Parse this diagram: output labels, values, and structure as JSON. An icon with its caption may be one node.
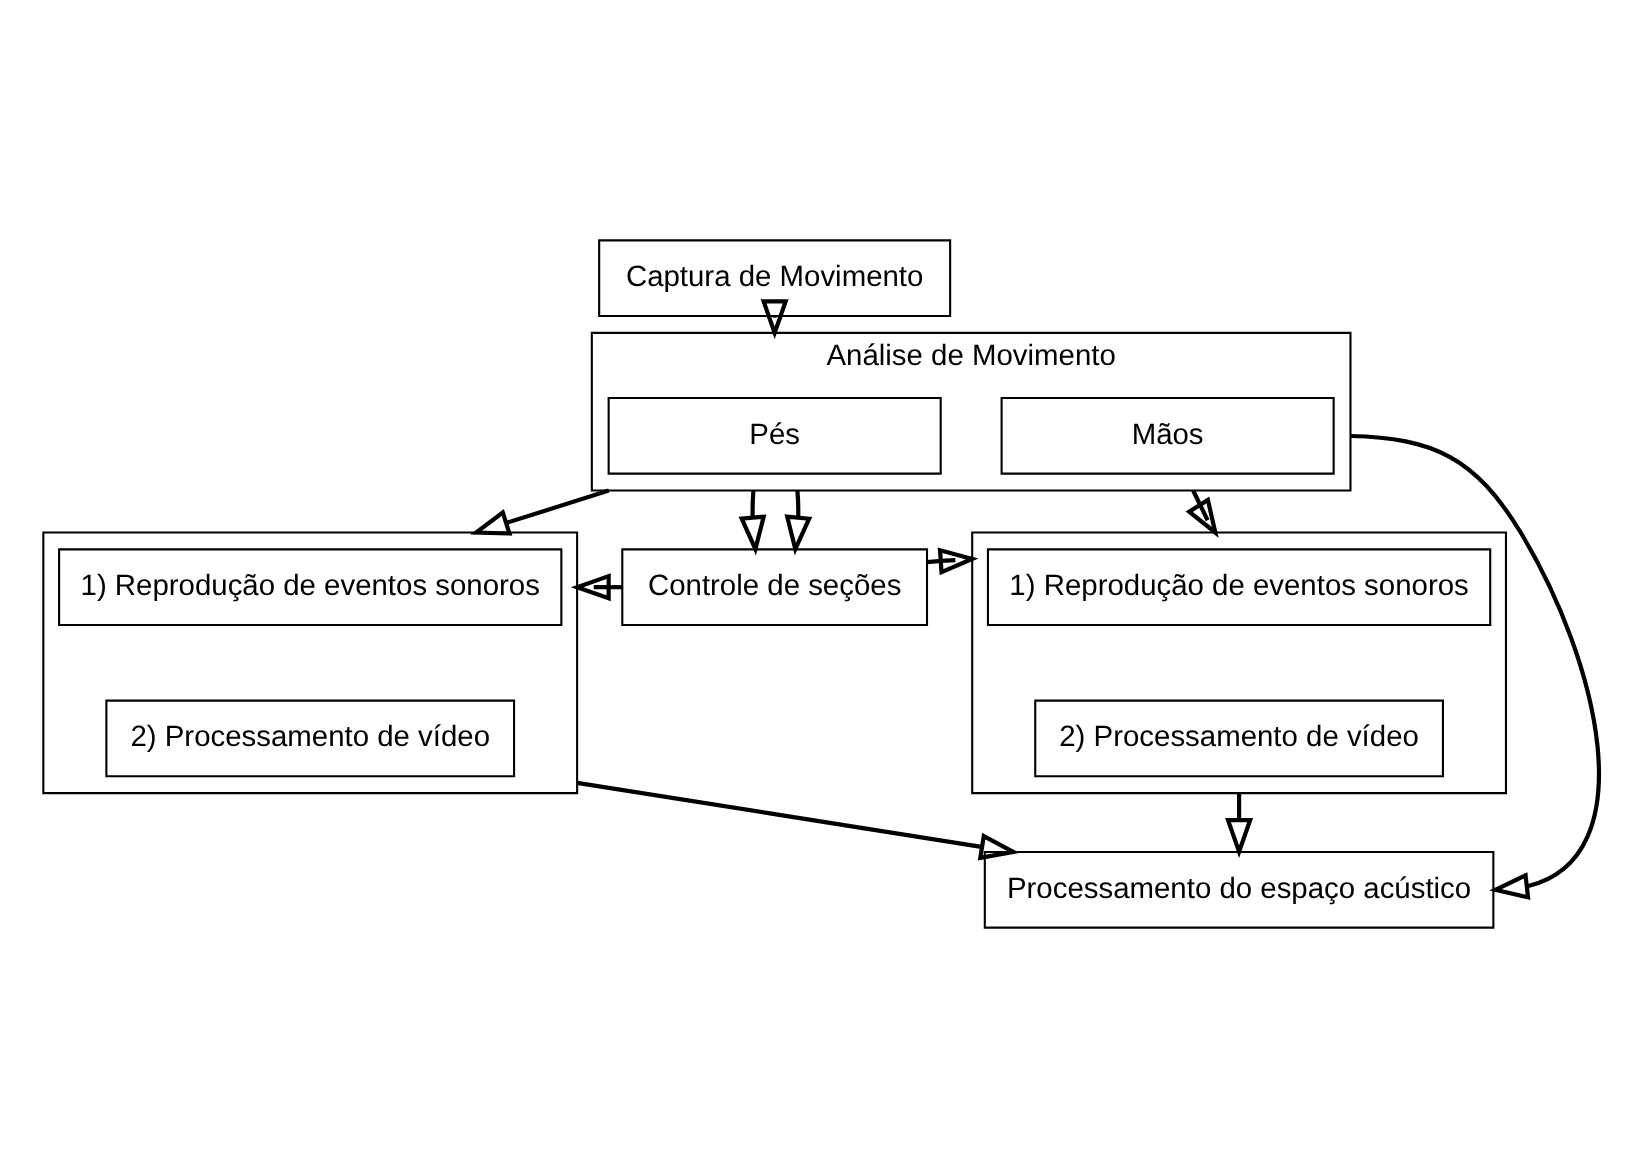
{
  "diagram": {
    "nodes": [
      {
        "text": [
          "Captura de Movimento"
        ]
      },
      {
        "text": [
          "Análise de Movimento"
        ]
      },
      {
        "text": [
          "Pés"
        ],
        "in": 1
      },
      {
        "text": [
          "Mãos"
        ],
        "in": 1
      },
      {
        "text": [],
        "shape": "box"
      },
      {
        "text": [
          "1) Reprodução de eventos sonoros"
        ],
        "in": 4
      },
      {
        "text": [
          "2) Processamento de vídeo"
        ],
        "in": 4
      },
      {
        "text": [
          "Controle de seções"
        ]
      },
      {
        "text": [],
        "shape": "box"
      },
      {
        "text": [
          "1) Reprodução de eventos sonoros"
        ],
        "in": 8
      },
      {
        "text": [
          "2) Processamento de vídeo"
        ],
        "in": 8
      },
      {
        "text": [
          "Processamento do espaço acústico"
        ]
      }
    ],
    "edges": [
      {
        "from": 0,
        "to": 1,
        "arrow": "to"
      },
      {
        "from": 1,
        "to": 4,
        "arrow": "to"
      },
      {
        "from": 1,
        "to": 7,
        "arrow": "to"
      },
      {
        "from": 1,
        "to": 7,
        "arrow": "to"
      },
      {
        "from": 1,
        "to": 8,
        "arrow": "to"
      },
      {
        "from": 7,
        "to": 4,
        "arrow": "to"
      },
      {
        "from": 7,
        "to": 8,
        "arrow": "to"
      },
      {
        "from": 4,
        "to": 11,
        "arrow": "to"
      },
      {
        "from": 8,
        "to": 11,
        "arrow": "to"
      },
      {
        "from": 1,
        "to": 11,
        "arrow": "to"
      }
    ]
  }
}
